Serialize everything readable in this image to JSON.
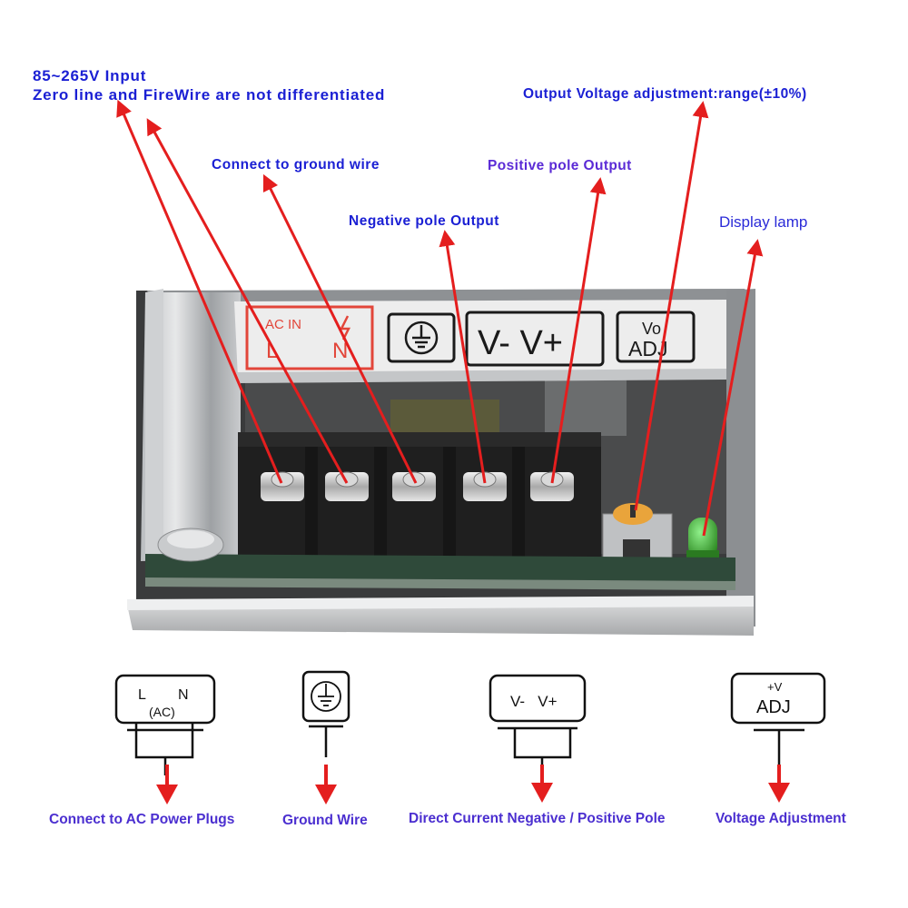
{
  "top_labels": {
    "input_line1": "85~265V Input",
    "input_line2": "Zero line and FireWire are not differentiated",
    "ground": "Connect to ground wire",
    "positive": "Positive pole Output",
    "negative": "Negative pole Output",
    "adjust": "Output Voltage adjustment:range(±10%)",
    "lamp": "Display lamp"
  },
  "panel": {
    "ac_in": "AC  IN",
    "l": "L",
    "n": "N",
    "vneg_vpos": "V- V+",
    "vo": "Vo",
    "adj": "ADJ"
  },
  "symbols": {
    "ac_l": "L",
    "ac_n": "N",
    "ac_sub": "(AC)",
    "dc": "V-   V+",
    "adj_top": "+V",
    "adj": "ADJ"
  },
  "captions": {
    "ac": "Connect to AC Power Plugs",
    "ground": "Ground Wire",
    "dc": "Direct Current Negative / Positive Pole",
    "adj": "Voltage Adjustment"
  },
  "colors": {
    "arrow": "#e41e1e",
    "label_blue": "#1b20d4",
    "label_purple": "#5b2bd6"
  }
}
